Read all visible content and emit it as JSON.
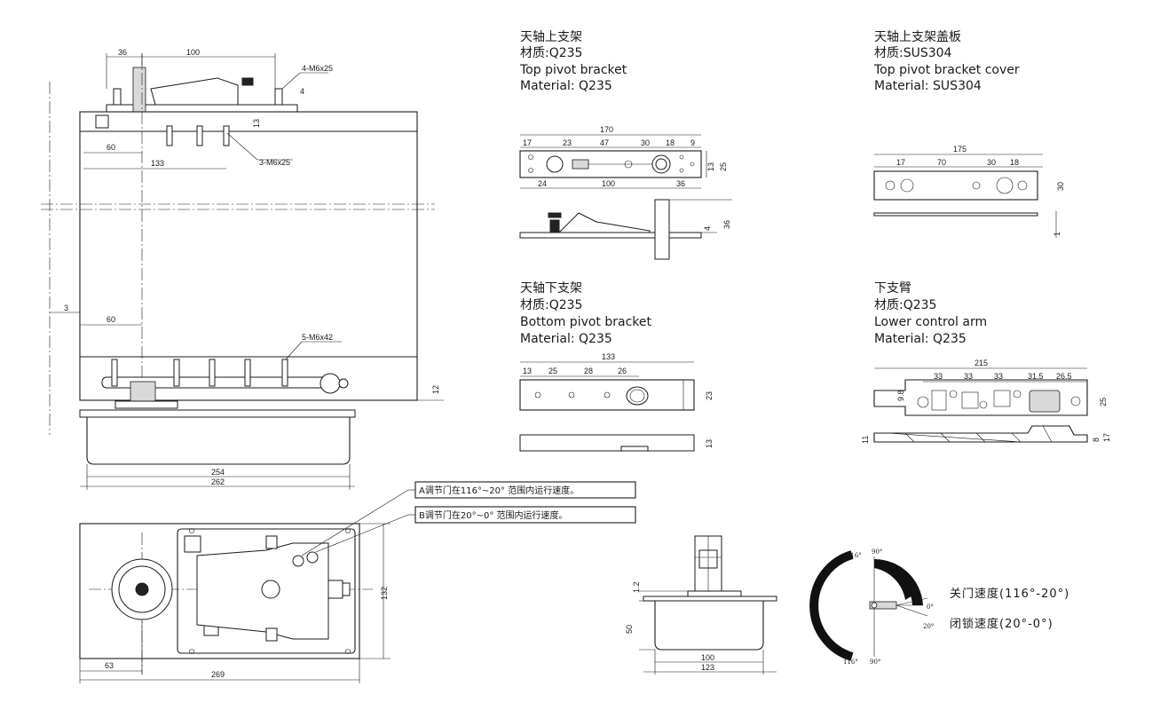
{
  "parts": {
    "top_bracket": [
      "天轴上支架",
      "材质:Q235",
      "Top pivot bracket",
      "Material: Q235"
    ],
    "top_cover": [
      "天轴上支架盖板",
      "材质:SUS304",
      "Top pivot bracket cover",
      "Material: SUS304"
    ],
    "bottom_bracket": [
      "天轴下支架",
      "材质:Q235",
      "Bottom pivot bracket",
      "Material: Q235"
    ],
    "lower_arm": [
      "下支臂",
      "材质:Q235",
      "Lower control arm",
      "Material: Q235"
    ]
  },
  "main_view": {
    "dims": [
      "36",
      "100",
      "4-M6x25",
      "4",
      "13",
      "60",
      "133",
      "3-M6x25",
      "3",
      "60",
      "5-M6x42",
      "12",
      "254",
      "262"
    ]
  },
  "plan_view": {
    "notes": [
      "A调节门在116°~20° 范围内运行速度。",
      "B调节门在20°~0° 范围内运行速度。"
    ],
    "dims": [
      "132",
      "63",
      "269"
    ]
  },
  "top_bracket_view": {
    "dims": [
      "170",
      "17",
      "23",
      "47",
      "30",
      "18",
      "9",
      "13",
      "25",
      "24",
      "100",
      "36",
      "4",
      "36"
    ]
  },
  "cover_view": {
    "dims": [
      "175",
      "17",
      "70",
      "30",
      "18",
      "30",
      "1"
    ]
  },
  "bottom_bracket_view": {
    "dims": [
      "133",
      "13",
      "25",
      "28",
      "26",
      "23",
      "13"
    ]
  },
  "arm_view": {
    "dims": [
      "215",
      "33",
      "33",
      "33",
      "31.5",
      "26.5",
      "9.8",
      "25",
      "11",
      "8",
      "17"
    ]
  },
  "front_small": {
    "dims": [
      "1.2",
      "50",
      "100",
      "123"
    ]
  },
  "speed_diagram": {
    "angles": [
      "116°",
      "90°",
      "0°",
      "20°",
      "116°",
      "90°"
    ],
    "legend": [
      "关门速度(116°-20°)",
      "闭锁速度(20°-0°)"
    ]
  }
}
